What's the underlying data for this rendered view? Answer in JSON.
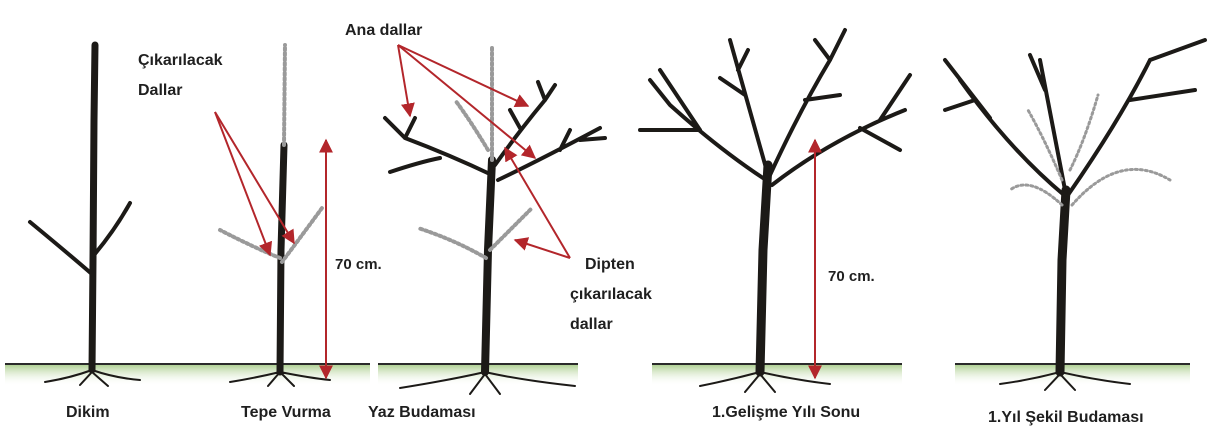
{
  "stages": [
    {
      "id": "dikim",
      "label": "Dikim"
    },
    {
      "id": "tepe",
      "label": "Tepe Vurma"
    },
    {
      "id": "yaz",
      "label": "Yaz Budaması"
    },
    {
      "id": "gelisme",
      "label": "1.Gelişme Yılı Sonu"
    },
    {
      "id": "sekil",
      "label": "1.Yıl Şekil Budaması"
    }
  ],
  "annotations": {
    "cikarilacak_line1": "Çıkarılacak",
    "cikarilacak_line2": "Dallar",
    "ana_dallar": "Ana dallar",
    "dipten_line1": "Dipten",
    "dipten_line2": "çıkarılacak",
    "dipten_line3": "dallar",
    "height_tepe": "70 cm.",
    "height_gelisme": "70 cm."
  },
  "colors": {
    "trunk": "#1c1a17",
    "arrow": "#b3262b",
    "ground": "#b7d39a",
    "cut_branch": "#8a8a8a"
  }
}
